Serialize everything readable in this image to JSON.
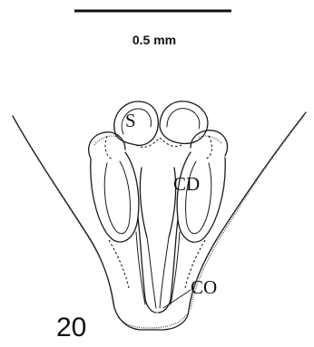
{
  "scale_bar": {
    "label": "0.5 mm"
  },
  "labels": {
    "s": "S",
    "cd": "CD",
    "co": "CO"
  },
  "figure_number": "20"
}
